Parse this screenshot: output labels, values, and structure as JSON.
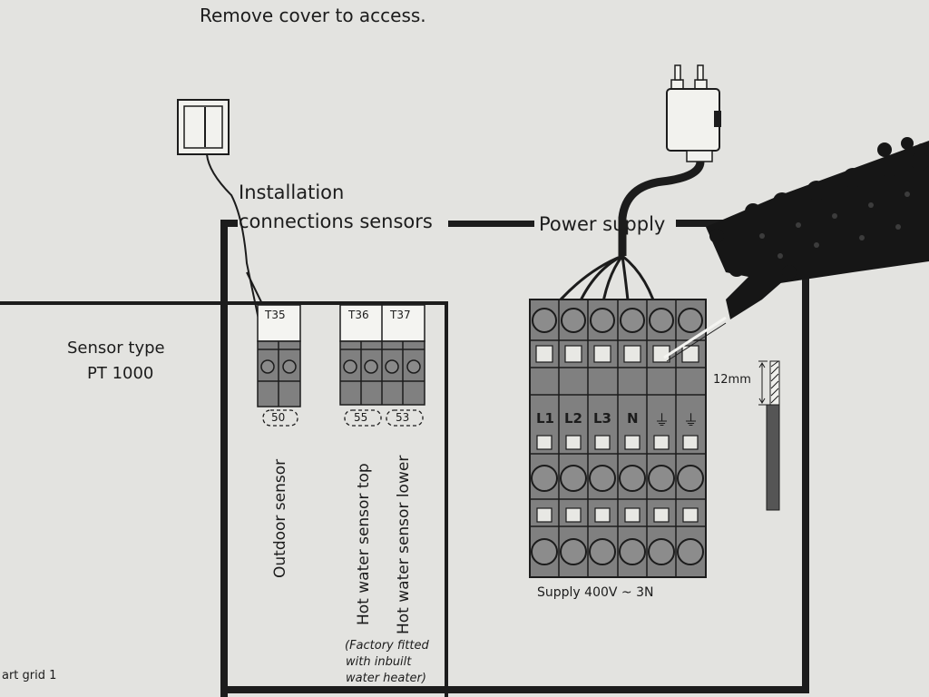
{
  "header": {
    "text": "Remove cover to access."
  },
  "labels": {
    "installation_line1": "Installation",
    "installation_line2": "connections sensors",
    "power_supply": "Power supply",
    "sensor_type_line1": "Sensor type",
    "sensor_type_line2": "PT 1000",
    "supply": "Supply 400V ~ 3N",
    "strip_length": "12mm",
    "footer": "art grid 1",
    "factory_line1": "(Factory fitted",
    "factory_line2": "with inbuilt",
    "factory_line3": "water heater)"
  },
  "sensor_terminals": [
    {
      "label": "T35",
      "code": "50",
      "name": "Outdoor  sensor"
    },
    {
      "label": "T36",
      "code": "55",
      "name": "Hot water sensor top"
    },
    {
      "label": "T37",
      "code": "53",
      "name": "Hot water sensor lower"
    }
  ],
  "power_terminals": [
    "L1",
    "L2",
    "L3",
    "N",
    "⏚",
    "⏚"
  ],
  "colors": {
    "background": "#e3e3e0",
    "terminal_fill": "#808080",
    "line": "#1c1c1c"
  }
}
